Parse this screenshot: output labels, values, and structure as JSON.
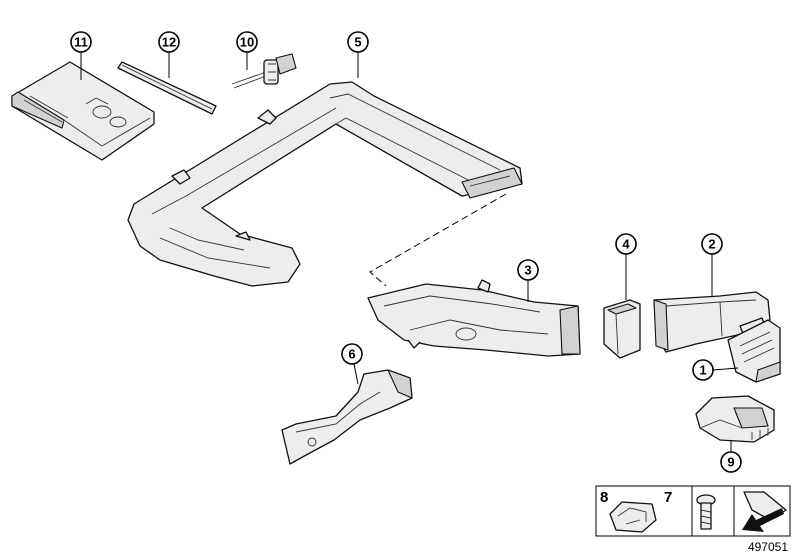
{
  "callouts": [
    {
      "id": "callout-1",
      "label": "1"
    },
    {
      "id": "callout-2",
      "label": "2"
    },
    {
      "id": "callout-3",
      "label": "3"
    },
    {
      "id": "callout-4",
      "label": "4"
    },
    {
      "id": "callout-5",
      "label": "5"
    },
    {
      "id": "callout-6",
      "label": "6"
    },
    {
      "id": "callout-9",
      "label": "9"
    },
    {
      "id": "callout-10",
      "label": "10"
    },
    {
      "id": "callout-11",
      "label": "11"
    },
    {
      "id": "callout-12",
      "label": "12"
    }
  ],
  "legend": {
    "item8": "8",
    "item7": "7"
  },
  "diagram_number": "497051"
}
